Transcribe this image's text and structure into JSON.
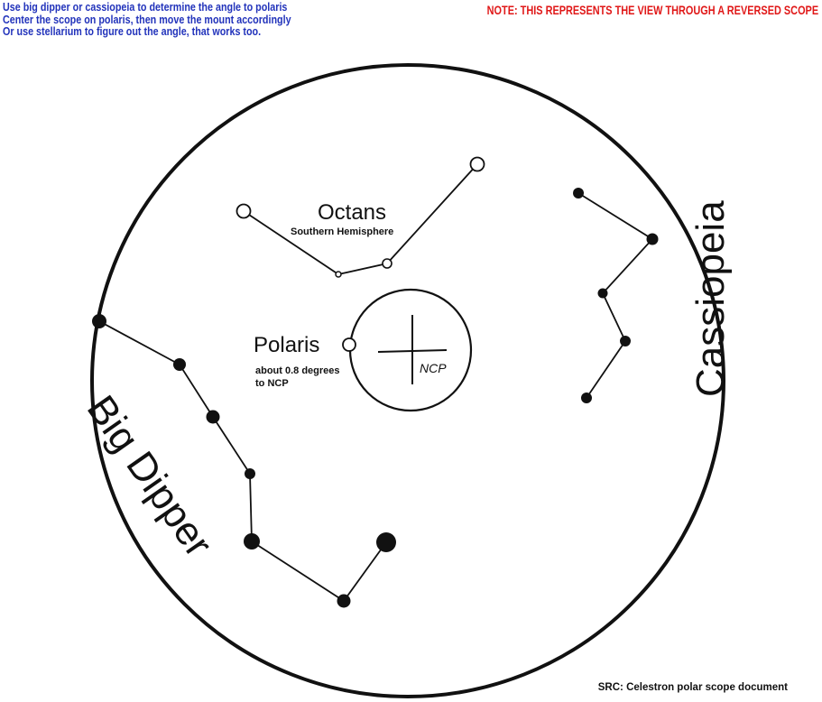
{
  "notes": {
    "lines": [
      "Use big dipper or cassiopeia to determine the angle to polaris",
      "Center the scope on polaris, then move the mount accordingly",
      "Or use stellarium to figure out the angle, that works too."
    ],
    "warning": "NOTE: THIS REPRESENTS THE VIEW THROUGH A REVERSED SCOPE",
    "source": "SRC: Celestron polar scope document"
  },
  "labels": {
    "octans": "Octans",
    "octans_sub": "Southern Hemisphere",
    "polaris": "Polaris",
    "polaris_note_1": "about 0.8 degrees",
    "polaris_note_2": "to NCP",
    "ncp": "NCP",
    "big_dipper": "Big Dipper",
    "cassiopeia": "Cassiopeia"
  },
  "colors": {
    "instruction_text": "#2233bb",
    "warning_text": "#e01818",
    "ink": "#111111"
  }
}
